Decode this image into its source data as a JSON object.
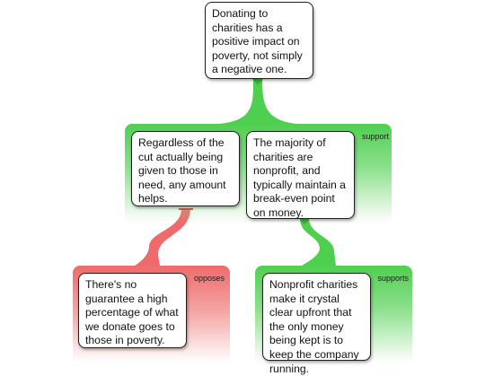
{
  "claim": {
    "text": "Donating to charities has a positive impact on poverty, not simply a negative one."
  },
  "support_group": {
    "label": "support",
    "color": "#4fcf4f",
    "premises": [
      {
        "text": "Regardless of the cut actually being given to those in need, any amount helps."
      },
      {
        "text": "The majority of charities are nonprofit, and typically maintain a break-even point on money."
      }
    ]
  },
  "objection": {
    "label": "opposes",
    "color": "#ef6b6b",
    "text": "There's no guarantee a high percentage of what we donate goes to those in poverty."
  },
  "sub_support": {
    "label": "supports",
    "color": "#4fcf4f",
    "text": "Nonprofit charities make it crystal clear upfront that the only money being kept is to keep the company running."
  }
}
